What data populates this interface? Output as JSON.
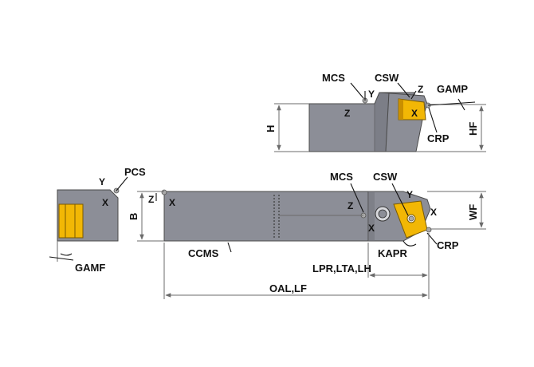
{
  "colors": {
    "tool_body": "#8c8e97",
    "tool_body_dark": "#6f717a",
    "insert": "#f2b705",
    "insert_dark": "#c98f00",
    "point": "#a9a9a9",
    "dimension_line": "#6b6b6b",
    "label": "#111111"
  },
  "labels": {
    "mcs_top": "MCS",
    "csw_top": "CSW",
    "gamp": "GAMP",
    "crp_top": "CRP",
    "hf": "HF",
    "h": "H",
    "y_top_mcs": "Y",
    "z_top_mcs": "Z",
    "z_top_csw": "Z",
    "x_top_csw": "X",
    "pcs": "PCS",
    "y_left": "Y",
    "x_left": "X",
    "z_pcs": "Z",
    "x_pcs": "X",
    "b": "B",
    "gamf": "GAMF",
    "ccms": "CCMS",
    "mcs_main": "MCS",
    "csw_main": "CSW",
    "z_main": "Z",
    "x_main": "X",
    "y_main": "Y",
    "x_insert": "X",
    "wf": "WF",
    "kapr": "KAPR",
    "crp_main": "CRP",
    "lpr": "LPR,LTA,LH",
    "oal": "OAL,LF"
  },
  "icons": {
    "coordinate_point": "coordinate-point-icon",
    "clamp_screw": "clamp-screw-icon"
  }
}
